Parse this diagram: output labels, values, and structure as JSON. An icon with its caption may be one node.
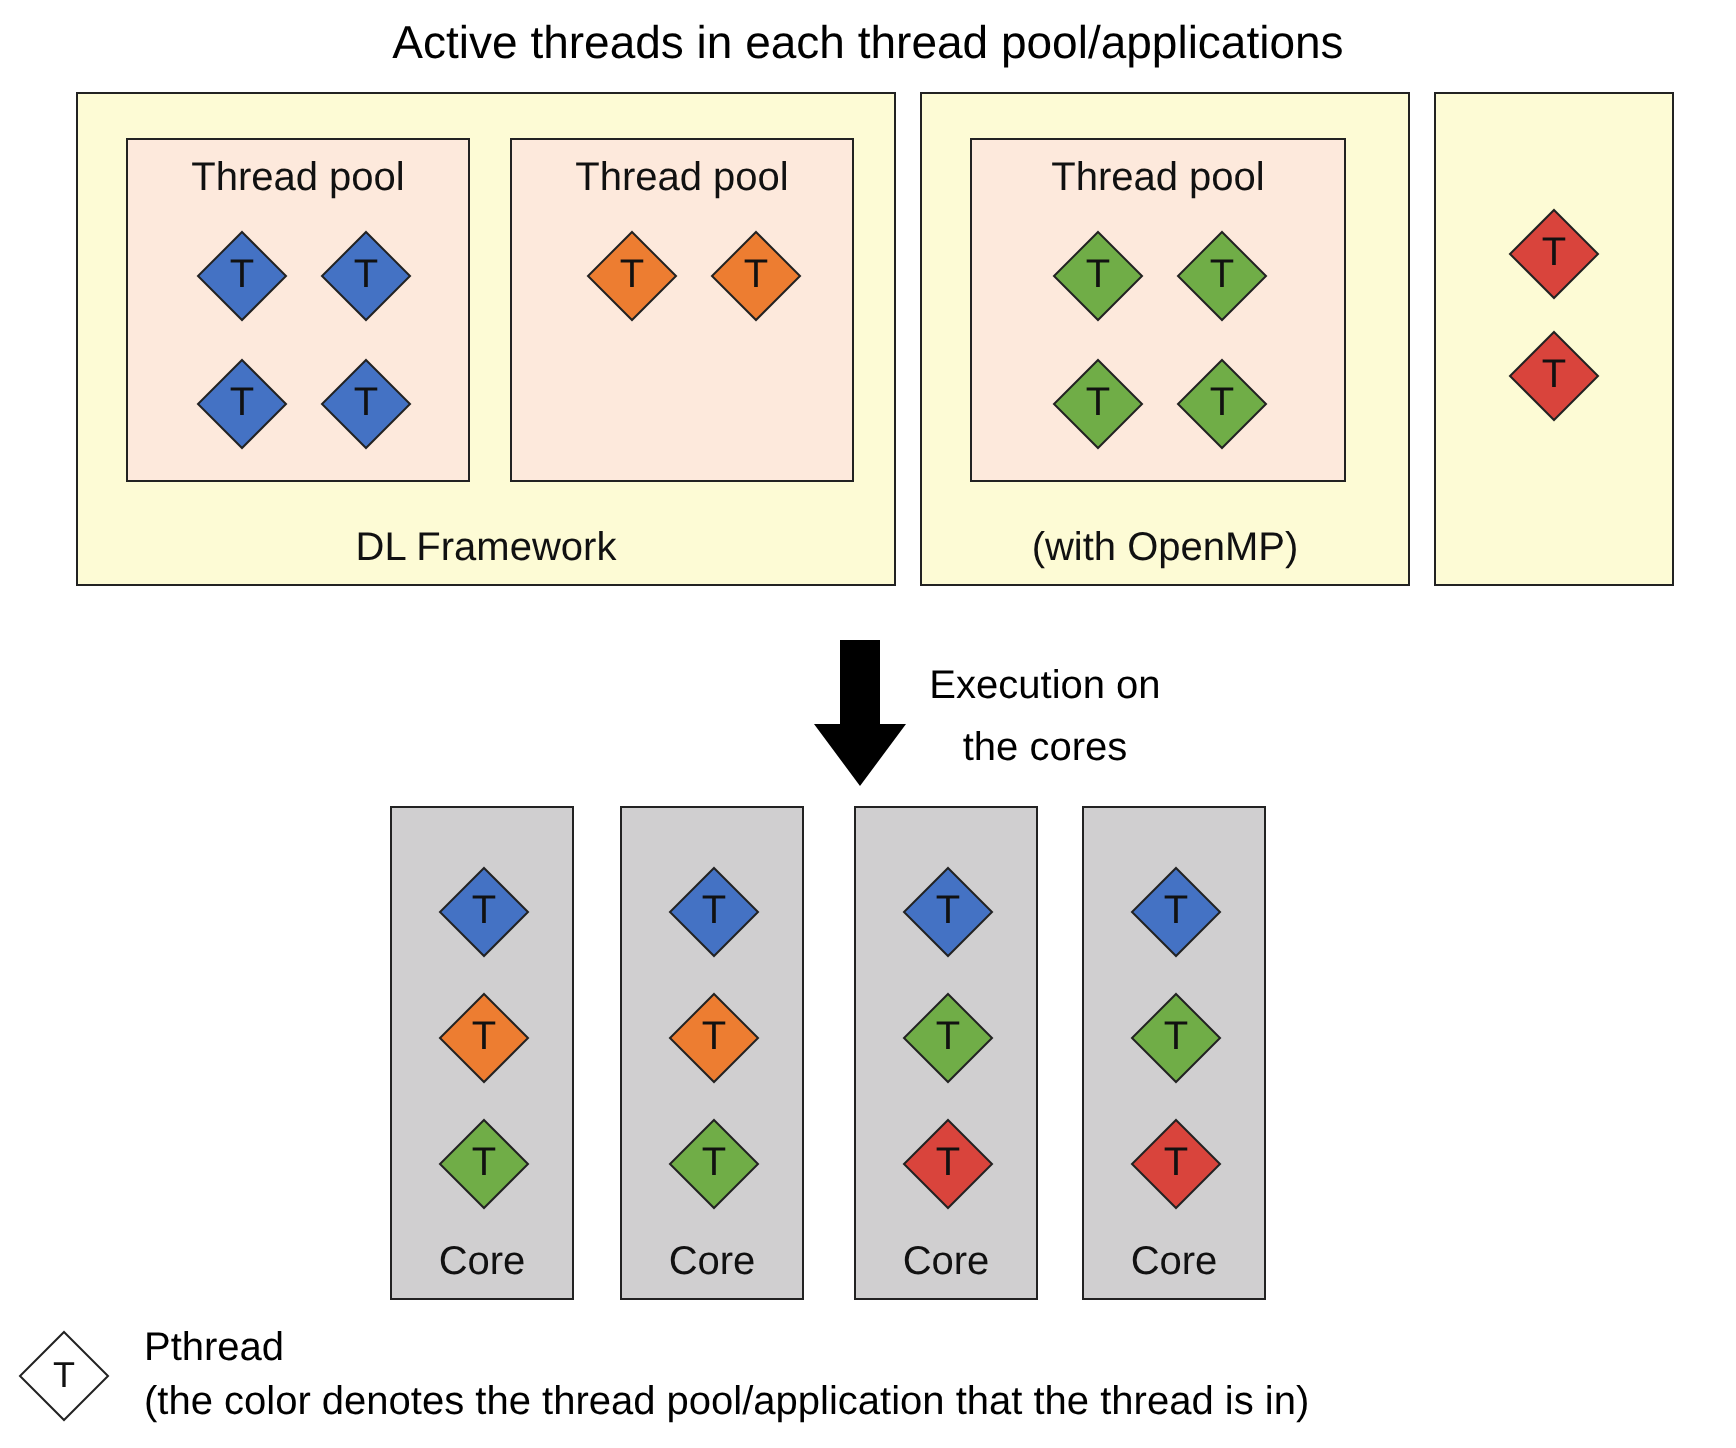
{
  "diagram": {
    "title": "Active threads in each thread pool/applications",
    "nodes": [
      {
        "text": [
          "DL Framework"
        ]
      },
      {
        "text": [
          "Thread pool"
        ],
        "in": 0
      },
      {
        "text": [
          "T"
        ],
        "in": 1
      },
      {
        "text": [
          "T"
        ],
        "in": 1
      },
      {
        "text": [
          "T"
        ],
        "in": 1
      },
      {
        "text": [
          "T"
        ],
        "in": 1
      },
      {
        "text": [
          "Thread pool"
        ],
        "in": 0
      },
      {
        "text": [
          "T"
        ],
        "in": 6
      },
      {
        "text": [
          "T"
        ],
        "in": 6
      },
      {
        "text": [
          "(with OpenMP)"
        ]
      },
      {
        "text": [
          "Thread pool"
        ],
        "in": 9
      },
      {
        "text": [
          "T"
        ],
        "in": 10
      },
      {
        "text": [
          "T"
        ],
        "in": 10
      },
      {
        "text": [
          "T"
        ],
        "in": 10
      },
      {
        "text": [
          "T"
        ],
        "in": 10
      },
      {
        "text": [],
        "shape": "box"
      },
      {
        "text": [
          "T"
        ],
        "in": 15
      },
      {
        "text": [
          "T"
        ],
        "in": 15
      },
      {
        "text": [
          "Core"
        ]
      },
      {
        "text": [
          "T"
        ],
        "in": 18
      },
      {
        "text": [
          "T"
        ],
        "in": 18
      },
      {
        "text": [
          "T"
        ],
        "in": 18
      },
      {
        "text": [
          "Core"
        ]
      },
      {
        "text": [
          "T"
        ],
        "in": 22
      },
      {
        "text": [
          "T"
        ],
        "in": 22
      },
      {
        "text": [
          "T"
        ],
        "in": 22
      },
      {
        "text": [
          "Core"
        ]
      },
      {
        "text": [
          "T"
        ],
        "in": 26
      },
      {
        "text": [
          "T"
        ],
        "in": 26
      },
      {
        "text": [
          "T"
        ],
        "in": 26
      },
      {
        "text": [
          "Core"
        ]
      },
      {
        "text": [
          "T"
        ],
        "in": 30
      },
      {
        "text": [
          "T"
        ],
        "in": 30
      },
      {
        "text": [
          "T"
        ],
        "in": 30
      }
    ],
    "edges": [],
    "labels": [
      "Execution on the cores",
      "T"
    ],
    "legend": [
      {
        "text": "Pthread"
      },
      {
        "text": "(the color denotes the thread pool/application that the thread is in)"
      }
    ]
  }
}
